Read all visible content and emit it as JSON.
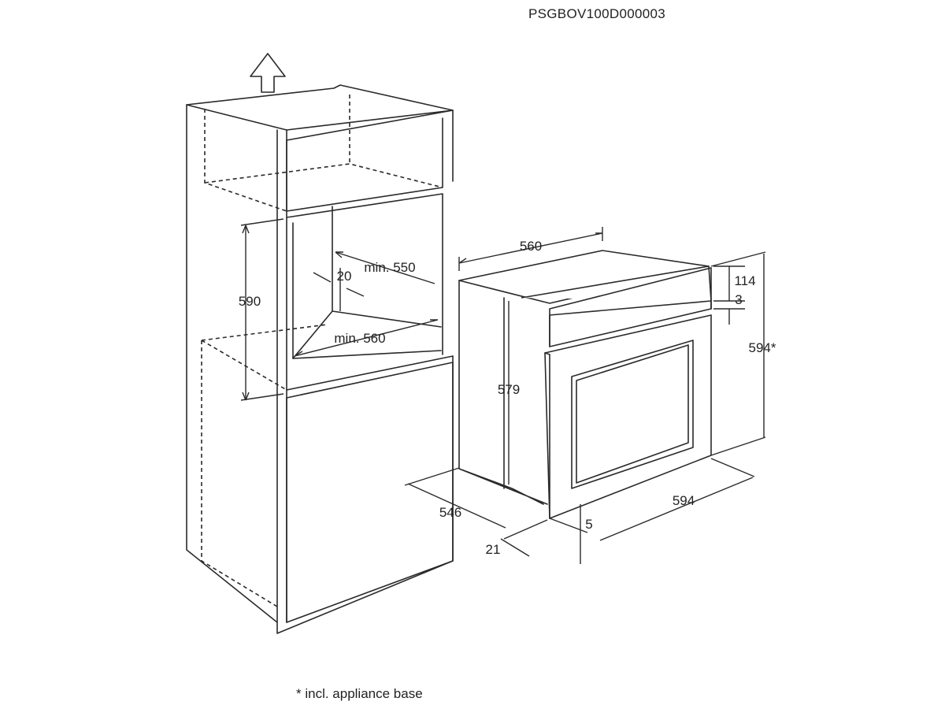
{
  "header": {
    "drawing_code": "PSGBOV100D000003"
  },
  "cabinet": {
    "dim_height_590": "590",
    "dim_depth_min550": "min. 550",
    "dim_gap_20": "20",
    "dim_width_min560": "min. 560"
  },
  "oven": {
    "dim_width_560": "560",
    "dim_panel_114": "114",
    "dim_gap_3": "3",
    "dim_total_height_594": "594*",
    "dim_body_height_579": "579",
    "dim_depth_546": "546",
    "dim_front_594": "594",
    "dim_5": "5",
    "dim_21": "21"
  },
  "footnote": "* incl. appliance base"
}
